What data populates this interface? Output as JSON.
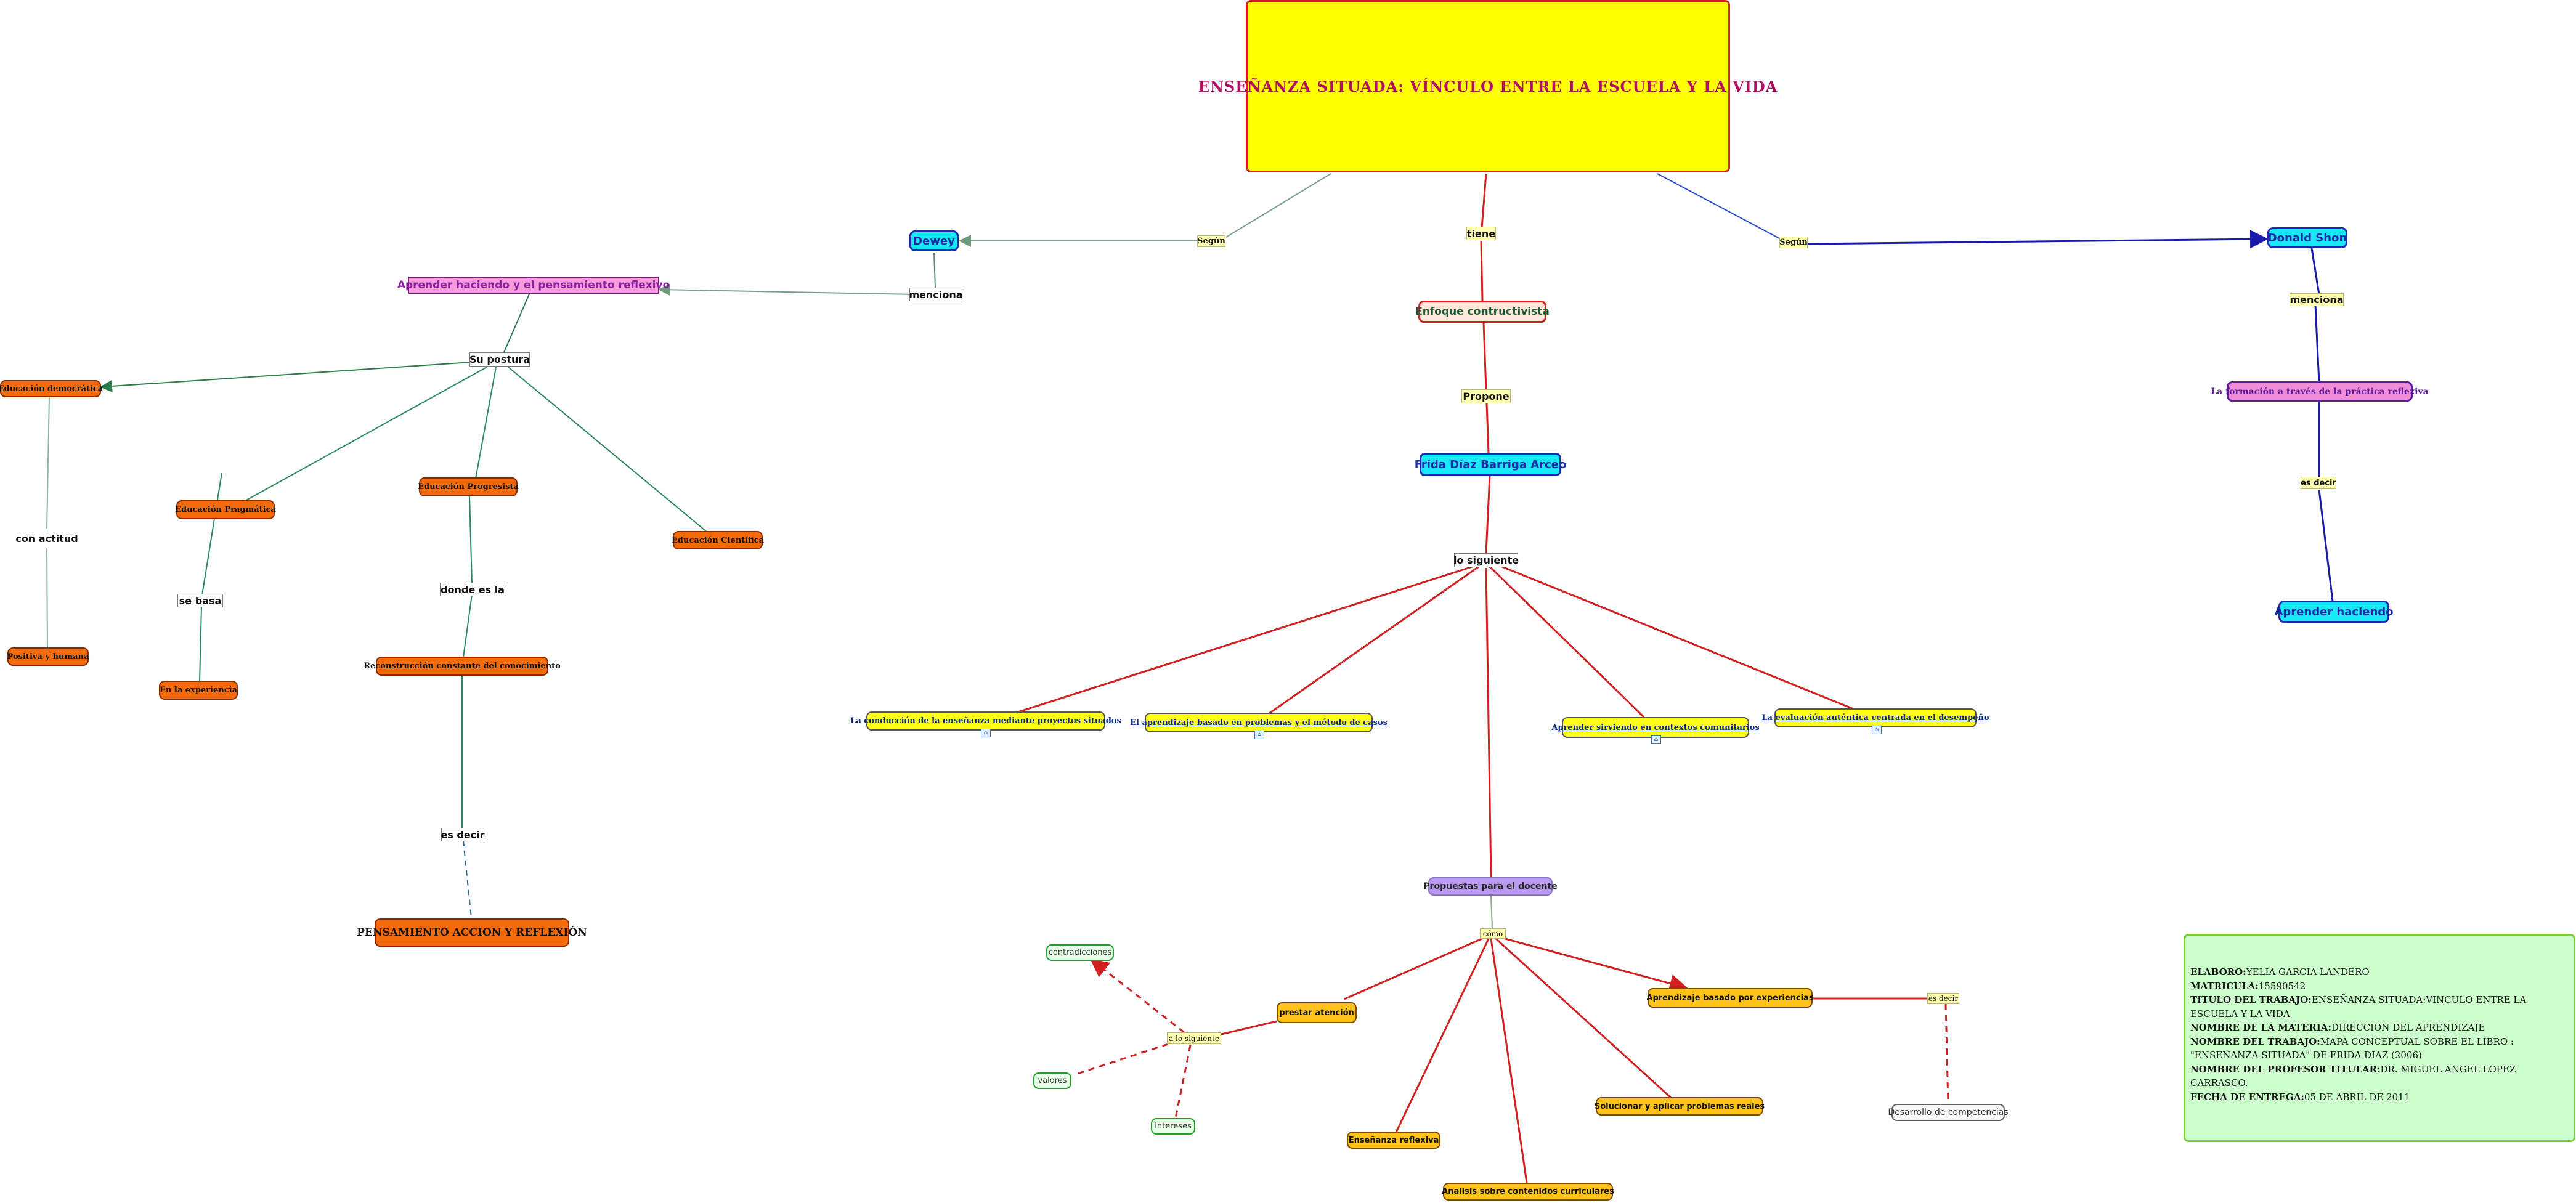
{
  "title": "ENSEÑANZA SITUADA: VÍNCULO ENTRE LA ESCUELA Y LA VIDA",
  "nodes": {
    "dewey": "Dewey",
    "segun_left": "Según",
    "tiene": "tiene",
    "segun_right": "Según",
    "donald_shon": "Donald Shon",
    "menciona_left": "menciona",
    "aprender_pensamiento": "Aprender haciendo y el pensamiento reflexivo",
    "su_postura": "Su postura",
    "educacion_democratica": "Educación democrática",
    "con_actitud": "con actitud",
    "positiva_humana": "Positiva y humana",
    "educacion_pragmatica": "Educación Pragmática",
    "se_basa": "se basa",
    "en_experiencia": "En la experiencia",
    "educacion_progresista": "Educación Progresista",
    "donde_es_la": "donde es la",
    "reconstruccion": "Reconstrucción constante del conocimiento",
    "es_decir_left": "es decir",
    "pensamiento": "PENSAMIENTO ACCION Y REFLEXIÓN",
    "educacion_cientifica": "Educación Científica",
    "enfoque": "Enfoque contructivista",
    "propone": "Propone",
    "frida": "Frida Díaz Barriga Arceo",
    "lo_siguiente": "lo siguiente",
    "proyectos": "La conducción de la enseñanza mediante proyectos situados",
    "casos": "El aprendizaje basado en problemas y el método de casos",
    "servicio": "Aprender sirviendo en contextos comunitarios",
    "evaluacion": "La evaluación auténtica centrada en el desempeño",
    "propuestas": "Propuestas para el docente",
    "como": "cómo",
    "prestar_atencion": "prestar atención",
    "a_lo_siguiente": "a lo siguiente",
    "contradicciones": "contradicciones",
    "valores": "valores",
    "intereses": "intereses",
    "aprendizaje_experiencias": "Aprendizaje basado por experiencias",
    "es_decir_right": "es decir",
    "desarrollo": "Desarrollo de competencias",
    "solucionar": "Solucionar y aplicar problemas reales",
    "ensenanza_reflexiva": "Enseñanza reflexiva",
    "analisis": "Analisis sobre contenidos curriculares",
    "menciona_right": "menciona",
    "formacion": "La formación a través de la práctica reflexiva",
    "es_decir_shon": "es decir",
    "aprender_haciendo": "Aprender haciendo"
  },
  "info": [
    {
      "label": "ELABORO:",
      "value": "YELIA GARCIA LANDERO"
    },
    {
      "label": "MATRICULA:",
      "value": "15590542"
    },
    {
      "label": "TITULO DEL TRABAJO:",
      "value": "ENSEÑANZA SITUADA:VINCULO ENTRE LA ESCUELA Y LA VIDA"
    },
    {
      "label": "NOMBRE DE LA MATERIA:",
      "value": "DIRECCION DEL APRENDIZAJE"
    },
    {
      "label": "NOMBRE DEL TRABAJO:",
      "value": "MAPA CONCEPTUAL SOBRE EL LIBRO :"
    },
    {
      "label": "",
      "value": "\"ENSEÑANZA SITUADA\" DE FRIDA DIAZ (2006)"
    },
    {
      "label": "NOMBRE DEL PROFESOR TITULAR:",
      "value": "DR. MIGUEL ANGEL LOPEZ CARRASCO."
    },
    {
      "label": "FECHA DE ENTREGA:",
      "value": "05 DE ABRIL DE 2011"
    }
  ],
  "colors": {
    "red_link": "#d02020",
    "blue_link": "#1a1aa8",
    "green_link": "#2a8a5a",
    "gray_link": "#7aa08a"
  },
  "icons": {
    "attachment": "paperclip-icon"
  }
}
